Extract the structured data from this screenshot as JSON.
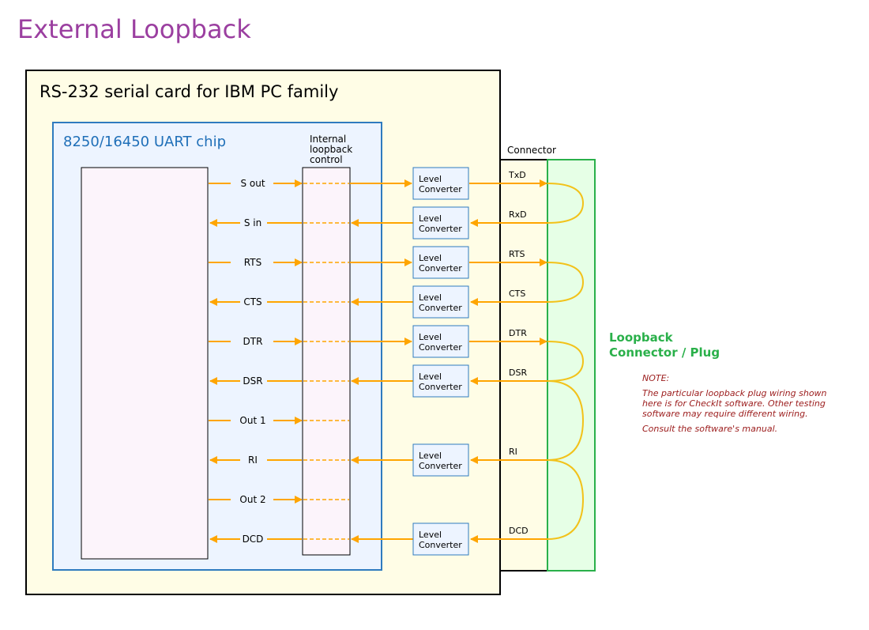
{
  "title": "External Loopback",
  "card_title": "RS-232 serial card for IBM PC family",
  "uart_title": "8250/16450 UART chip",
  "internal_label": [
    "Internal",
    "loopback",
    "control"
  ],
  "connector_label": "Connector",
  "level_converter": [
    "Level",
    "Converter"
  ],
  "plug_label": [
    "Loopback",
    "Connector / Plug"
  ],
  "note": {
    "heading": "NOTE:",
    "lines": [
      "The particular loopback plug wiring shown",
      "here is for CheckIt software.  Other testing",
      "software may require different wiring."
    ],
    "consult": "Consult the software's manual."
  },
  "signals": [
    {
      "uart": "S out",
      "dir": "out",
      "converter": true,
      "wire": "TxD"
    },
    {
      "uart": "S in",
      "dir": "in",
      "converter": true,
      "wire": "RxD"
    },
    {
      "uart": "RTS",
      "dir": "out",
      "converter": true,
      "wire": "RTS"
    },
    {
      "uart": "CTS",
      "dir": "in",
      "converter": true,
      "wire": "CTS"
    },
    {
      "uart": "DTR",
      "dir": "out",
      "converter": true,
      "wire": "DTR"
    },
    {
      "uart": "DSR",
      "dir": "in",
      "converter": true,
      "wire": "DSR"
    },
    {
      "uart": "Out 1",
      "dir": "out",
      "converter": false,
      "wire": ""
    },
    {
      "uart": "RI",
      "dir": "in",
      "converter": true,
      "wire": "RI"
    },
    {
      "uart": "Out 2",
      "dir": "out",
      "converter": false,
      "wire": ""
    },
    {
      "uart": "DCD",
      "dir": "in",
      "converter": true,
      "wire": "DCD"
    }
  ],
  "colors": {
    "title": "#9b3fa0",
    "card_bg": "#fffde6",
    "uart_border": "#2f7bbf",
    "uart_bg": "#edf4ff",
    "uart_title": "#1f6fb8",
    "chip_bg": "#fcf4fb",
    "wire": "#ffa500",
    "loop_wire": "#f2c21a",
    "plug_border": "#2ab04a",
    "plug_bg": "#e6ffe6",
    "plug_text": "#2ab04a",
    "note_text": "#9b1b1b"
  }
}
